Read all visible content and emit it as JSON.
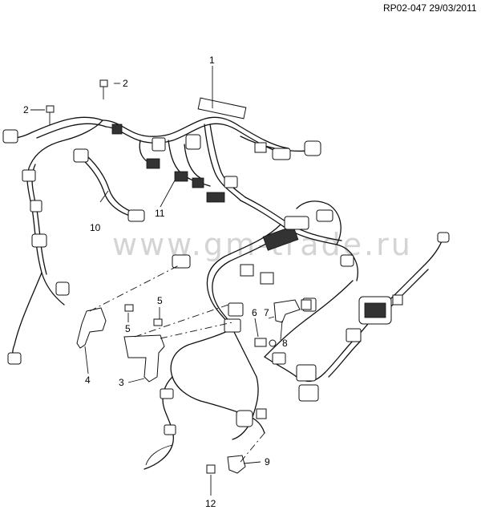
{
  "header": {
    "reference": "RP02-047 29/03/2011"
  },
  "watermark": {
    "text": "www.gm-trade.ru"
  },
  "callouts": [
    {
      "id": "1",
      "label": "1"
    },
    {
      "id": "2a",
      "label": "2"
    },
    {
      "id": "2b",
      "label": "2"
    },
    {
      "id": "3",
      "label": "3"
    },
    {
      "id": "4",
      "label": "4"
    },
    {
      "id": "5a",
      "label": "5"
    },
    {
      "id": "5b",
      "label": "5"
    },
    {
      "id": "6",
      "label": "6"
    },
    {
      "id": "7",
      "label": "7"
    },
    {
      "id": "8",
      "label": "8"
    },
    {
      "id": "9",
      "label": "9"
    },
    {
      "id": "10",
      "label": "10"
    },
    {
      "id": "11",
      "label": "11"
    },
    {
      "id": "12",
      "label": "12"
    }
  ]
}
